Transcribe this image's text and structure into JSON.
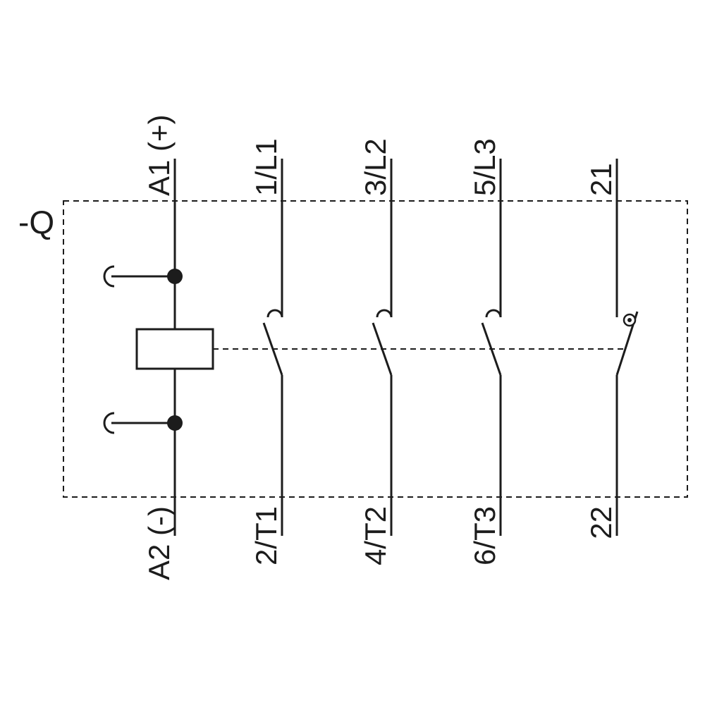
{
  "diagram": {
    "device_label": "-Q",
    "coil": {
      "top_label": "A1 (+)",
      "bottom_label": "A2 (-)"
    },
    "poles": [
      {
        "top_label": "1/L1",
        "bottom_label": "2/T1"
      },
      {
        "top_label": "3/L2",
        "bottom_label": "4/T2"
      },
      {
        "top_label": "5/L3",
        "bottom_label": "6/T3"
      }
    ],
    "aux_contact": {
      "top_label": "21",
      "bottom_label": "22"
    },
    "colors": {
      "line": "#1c1c1c",
      "background": "#ffffff"
    }
  }
}
